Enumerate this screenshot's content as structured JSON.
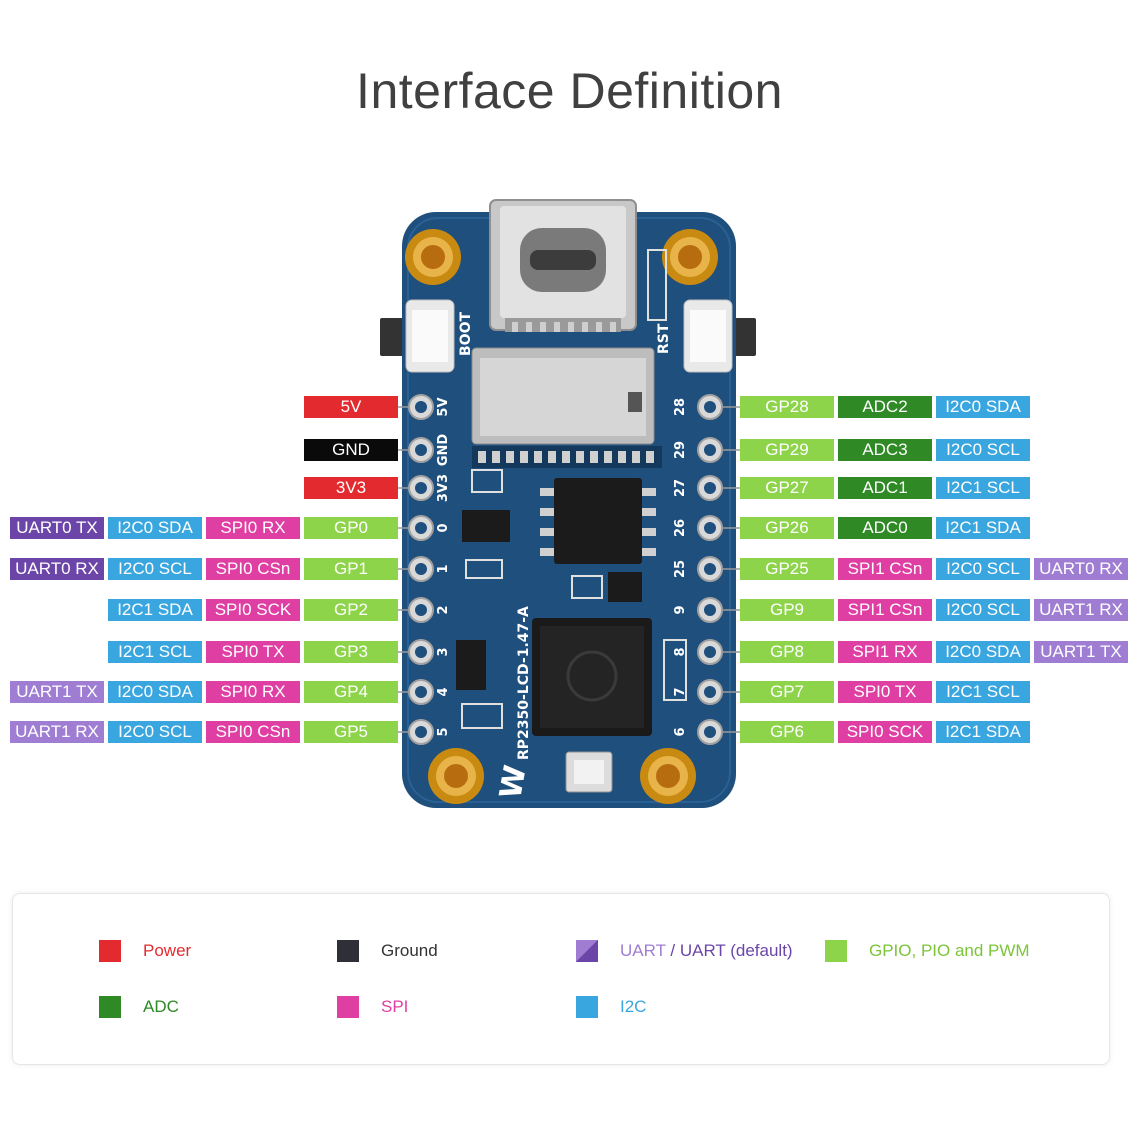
{
  "title": "Interface Definition",
  "board": {
    "silkscreen_boot": "BOOT",
    "silkscreen_rst": "RST",
    "silkscreen_model": "RP2350-LCD-1.47-A",
    "silkscreen_left_pins": [
      "5V",
      "GND",
      "3V3",
      "0",
      "1",
      "2",
      "3",
      "4",
      "5"
    ],
    "silkscreen_right_pins": [
      "28",
      "29",
      "27",
      "26",
      "25",
      "9",
      "8",
      "7",
      "6"
    ]
  },
  "colors": {
    "power": "#e32b2f",
    "ground": "#0a0a0a",
    "gpio": "#8ed44a",
    "adc": "#2f8a25",
    "spi": "#df3fa2",
    "i2c": "#3aa6df",
    "uart": "#6c45a8",
    "uart_default": "#9f7dd2",
    "board": "#1f4f7d"
  },
  "left_pins": [
    {
      "labels": [
        {
          "text": "5V",
          "type": "power"
        }
      ]
    },
    {
      "labels": [
        {
          "text": "GND",
          "type": "ground"
        }
      ]
    },
    {
      "labels": [
        {
          "text": "3V3",
          "type": "power"
        }
      ]
    },
    {
      "labels": [
        {
          "text": "GP0",
          "type": "gpio"
        },
        {
          "text": "SPI0 RX",
          "type": "spi"
        },
        {
          "text": "I2C0 SDA",
          "type": "i2c"
        },
        {
          "text": "UART0 TX",
          "type": "uart"
        }
      ]
    },
    {
      "labels": [
        {
          "text": "GP1",
          "type": "gpio"
        },
        {
          "text": "SPI0 CSn",
          "type": "spi"
        },
        {
          "text": "I2C0 SCL",
          "type": "i2c"
        },
        {
          "text": "UART0 RX",
          "type": "uart"
        }
      ]
    },
    {
      "labels": [
        {
          "text": "GP2",
          "type": "gpio"
        },
        {
          "text": "SPI0 SCK",
          "type": "spi"
        },
        {
          "text": "I2C1 SDA",
          "type": "i2c"
        }
      ]
    },
    {
      "labels": [
        {
          "text": "GP3",
          "type": "gpio"
        },
        {
          "text": "SPI0 TX",
          "type": "spi"
        },
        {
          "text": "I2C1 SCL",
          "type": "i2c"
        }
      ]
    },
    {
      "labels": [
        {
          "text": "GP4",
          "type": "gpio"
        },
        {
          "text": "SPI0 RX",
          "type": "spi"
        },
        {
          "text": "I2C0 SDA",
          "type": "i2c"
        },
        {
          "text": "UART1 TX",
          "type": "uart-light"
        }
      ]
    },
    {
      "labels": [
        {
          "text": "GP5",
          "type": "gpio"
        },
        {
          "text": "SPI0 CSn",
          "type": "spi"
        },
        {
          "text": "I2C0 SCL",
          "type": "i2c"
        },
        {
          "text": "UART1 RX",
          "type": "uart-light"
        }
      ]
    }
  ],
  "right_pins": [
    {
      "labels": [
        {
          "text": "GP28",
          "type": "gpio"
        },
        {
          "text": "ADC2",
          "type": "adc"
        },
        {
          "text": "I2C0 SDA",
          "type": "i2c"
        }
      ]
    },
    {
      "labels": [
        {
          "text": "GP29",
          "type": "gpio"
        },
        {
          "text": "ADC3",
          "type": "adc"
        },
        {
          "text": "I2C0 SCL",
          "type": "i2c"
        }
      ]
    },
    {
      "labels": [
        {
          "text": "GP27",
          "type": "gpio"
        },
        {
          "text": "ADC1",
          "type": "adc"
        },
        {
          "text": "I2C1 SCL",
          "type": "i2c"
        }
      ]
    },
    {
      "labels": [
        {
          "text": "GP26",
          "type": "gpio"
        },
        {
          "text": "ADC0",
          "type": "adc"
        },
        {
          "text": "I2C1 SDA",
          "type": "i2c"
        }
      ]
    },
    {
      "labels": [
        {
          "text": "GP25",
          "type": "gpio"
        },
        {
          "text": "SPI1 CSn",
          "type": "spi"
        },
        {
          "text": "I2C0 SCL",
          "type": "i2c"
        },
        {
          "text": "UART0 RX",
          "type": "uart-light"
        }
      ]
    },
    {
      "labels": [
        {
          "text": "GP9",
          "type": "gpio"
        },
        {
          "text": "SPI1 CSn",
          "type": "spi"
        },
        {
          "text": "I2C0 SCL",
          "type": "i2c"
        },
        {
          "text": "UART1 RX",
          "type": "uart-light"
        }
      ]
    },
    {
      "labels": [
        {
          "text": "GP8",
          "type": "gpio"
        },
        {
          "text": "SPI1 RX",
          "type": "spi"
        },
        {
          "text": "I2C0 SDA",
          "type": "i2c"
        },
        {
          "text": "UART1 TX",
          "type": "uart-light"
        }
      ]
    },
    {
      "labels": [
        {
          "text": "GP7",
          "type": "gpio"
        },
        {
          "text": "SPI0 TX",
          "type": "spi"
        },
        {
          "text": "I2C1 SCL",
          "type": "i2c"
        }
      ]
    },
    {
      "labels": [
        {
          "text": "GP6",
          "type": "gpio"
        },
        {
          "text": "SPI0 SCK",
          "type": "spi"
        },
        {
          "text": "I2C1 SDA",
          "type": "i2c"
        }
      ]
    }
  ],
  "legend": {
    "power": "Power",
    "ground": "Ground",
    "uart_part1": "UART",
    "uart_sep": " / ",
    "uart_part2": "UART (default)",
    "gpio": "GPIO, PIO and PWM",
    "adc": "ADC",
    "spi": "SPI",
    "i2c": "I2C"
  }
}
